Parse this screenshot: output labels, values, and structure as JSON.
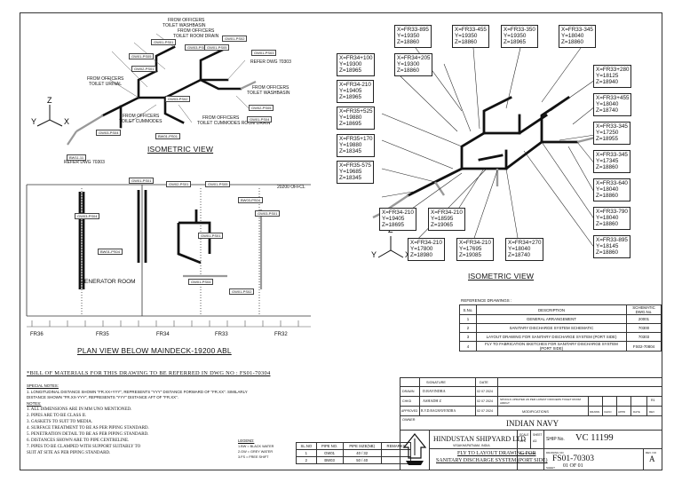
{
  "coord_boxes": [
    "X=FR33-895\nY=19350\nZ=18860",
    "X=FR33-455\nY=19350\nZ=18860",
    "X=FR33-350\nY=19350\nZ=18965",
    "X=FR33-345\nY=18040\nZ=18860",
    "X=FR34+100\nY=19300\nZ=18965",
    "X=FR34+205\nY=19300\nZ=18860",
    "X=FR34-210\nY=19405\nZ=18965",
    "X=FR35+525\nY=19880\nZ=18695",
    "X=FR35+170\nY=19880\nZ=18345",
    "X=FR35-575\nY=19685\nZ=18345",
    "X=FR33+280\nY=18125\nZ=18940",
    "X=FR33+455\nY=18040\nZ=18740",
    "X=FR33-345\nY=17250\nZ=18955",
    "X=FR33-345\nY=17345\nZ=18860",
    "X=FR33-640\nY=18040\nZ=18860",
    "X=FR33-790\nY=18040\nZ=18860",
    "X=FR33-895\nY=18145\nZ=18860",
    "X=FR34-210\nY=19405\nZ=18695",
    "X=FR34-210\nY=18595\nZ=19065",
    "X=FR34-210\nY=17800\nZ=18980",
    "X=FR34-210\nY=17695\nZ=19085",
    "X=FR34+270\nY=18040\nZ=18740"
  ],
  "iso_left": {
    "labels": [
      "FROM OFFICERS",
      "TOILET WASHBASIN",
      "FROM OFFICERS",
      "TOILET ROOM DRAIN",
      "FROM OFFICERS",
      "TOILET URINAL",
      "FROM OFFICERS",
      "TOILET WASHBASIN",
      "FROM OFFICERS",
      "TOILET CUMMODES",
      "FROM OFFICERS",
      "TOILET CUMMODES ROOM DRAIN",
      "REFER DWG 70303",
      "REFER DWG 70303"
    ],
    "tags": [
      "GW01-PS01",
      "GW01-PS05",
      "GW03-PS04",
      "GW01-PS02",
      "GW02-PS01",
      "GW02-PS05",
      "GW01-PS03",
      "GW03-PS04",
      "BW01-PS01",
      "BW11-11",
      "GW01-PS04",
      "GW01-PS05",
      "GW03-PS02"
    ],
    "title": "ISOMETRIC VIEW"
  },
  "plan": {
    "tags": [
      "GW01-PS01",
      "GW03-PS04",
      "GW02-PS01",
      "GW01-PS05",
      "BW01-PS04",
      "BW03-PS04",
      "GW03-PS01",
      "GW01-PS01",
      "GW01-PS04",
      "GW01-PS02"
    ],
    "room": "GENERATOR ROOM",
    "offset": "20200 OFFCL",
    "frames": [
      "FR36",
      "FR35",
      "FR34",
      "FR33",
      "FR32"
    ],
    "title": "PLAN VIEW BELOW MAINDECK-19200 ABL"
  },
  "iso_right_title": "ISOMETRIC VIEW",
  "reference": {
    "heading": "REFERENCE DRAWINGS :",
    "col_sno": "S.No.",
    "col_desc": "DESCRIPTION",
    "col_dwg": "SCHEMATIC DWG.No.",
    "rows": [
      {
        "sno": "1",
        "desc": "GENERAL ARRANGEMENT",
        "dwg": "20001"
      },
      {
        "sno": "2",
        "desc": "SANITARY DISCHARGE SYSTEM SCHEMATIC",
        "dwg": "70300"
      },
      {
        "sno": "3",
        "desc": "LAYOUT DRAWING FOR SANITARY DISCHARGE SYSTEM (PORT SIDE)",
        "dwg": "70303"
      },
      {
        "sno": "4",
        "desc": "FLY TO FABRICATION SKETCHES FOR SANITARY DISCHARGE SYSTEM (PORT SIDE)",
        "dwg": "FS02-70804"
      }
    ]
  },
  "bom_note": "*BILL OF MATERIALS FOR THIS DRAWING TO BE REFERRED IN DWG NO : FS01-70304",
  "special_notes": {
    "heading": "SPECIAL NOTES:",
    "items": [
      "1.  LONGITUDINAL DISTANCE SHOWN \"FR.XX+YYY\", REPRESENTS \"YYY\" DISTANCE FORWARD OF \"FR.XX\". SIMILARLY",
      "     DISTANCE SHOWN \"FR.XX-YYY\", REPRESENTS \"YYY\" DISTANCE AFT OF \"FR.XX\"."
    ]
  },
  "notes": {
    "heading": "NOTES:",
    "items": [
      "1.   ALL DIMENSIONS ARE IN MM UNO MENTIONED.",
      "2.   PIPES ARE TO BE CLASS II.",
      "3.   GASKETS TO SUIT TO MEDIA.",
      "4.   SURFACE TREATMENT TO BE AS PER PIPING STANDARD.",
      "5.   PENETRATION DETAIL TO BE AS PER PIPING STANDARD.",
      "6.   DISTANCES SHOWN ARE TO PIPE CENTRELINE.",
      "7.   PIPES TO BE CLAMPED WITH SUPPORT SUITABLY TO",
      "      SUIT AT SITE AS PER PIPING STANDARD."
    ]
  },
  "legend": {
    "heading": "LEGEND:",
    "items": [
      "1.BW = BLACK WATER",
      "2.GW = GREY WATER",
      "3.FS = FREE SHIFT"
    ]
  },
  "pipe_table": {
    "headers": [
      "SL.NO",
      "PIPE NO.",
      "PIPE SIZE(NB)",
      "REMARKS"
    ],
    "rows": [
      [
        "1",
        "GW01",
        "40 / 32",
        ""
      ],
      [
        "2",
        "BW03",
        "50 / 40",
        ""
      ]
    ]
  },
  "signatures": {
    "headers": [
      "SIGNATURE",
      "DATE"
    ],
    "rows": [
      {
        "role": "DRAWN",
        "name": "D.RAVINDRA",
        "date": "02 07 2024"
      },
      {
        "role": "CHKD",
        "name": "ASHADH Z",
        "date": "02 07 2024"
      },
      {
        "role": "APPROVED",
        "name": "B.V.D.RAGHAVENDRA",
        "date": "02 07 2024"
      }
    ],
    "rev_note": "SPOOLS UPDATED AS PER LATEST OFFICERS TOILET ROOM ARRGT",
    "rev_no": "R1",
    "mod_label": "MODIFICATIONS",
    "mod_cols": [
      "DRAWN",
      "CHKD",
      "APPD",
      "DATE",
      "REV"
    ],
    "owner_label": "OWNER"
  },
  "title_block": {
    "owner": "INDIAN NAVY",
    "company": "HINDUSTAN SHIPYARD LTD",
    "city": "VISAKHAPATNAM, INDIA",
    "scale_label": "SCALE",
    "scale_val": "NTS",
    "sheet_size_label": "SHEET",
    "sheet_size": "A3",
    "ship_label": "SHIP No.",
    "ship_no": "VC 11199",
    "title1": "FLY TO LAYOUT DRAWING FOR",
    "title2": "SANITARY DISCHARGE SYSTEM (PORT SIDE)",
    "dwg_label": "DRAWING NO",
    "dwg_no": "FS01-70303",
    "rev_label": "REV. NO",
    "rev": "A",
    "sheet_label": "SHEET",
    "sheet": "01 OF 01",
    "ref_label": "REF'D FROM"
  },
  "colors": {
    "pipe": "#111111",
    "line": "#333333",
    "paper": "#ffffff"
  }
}
